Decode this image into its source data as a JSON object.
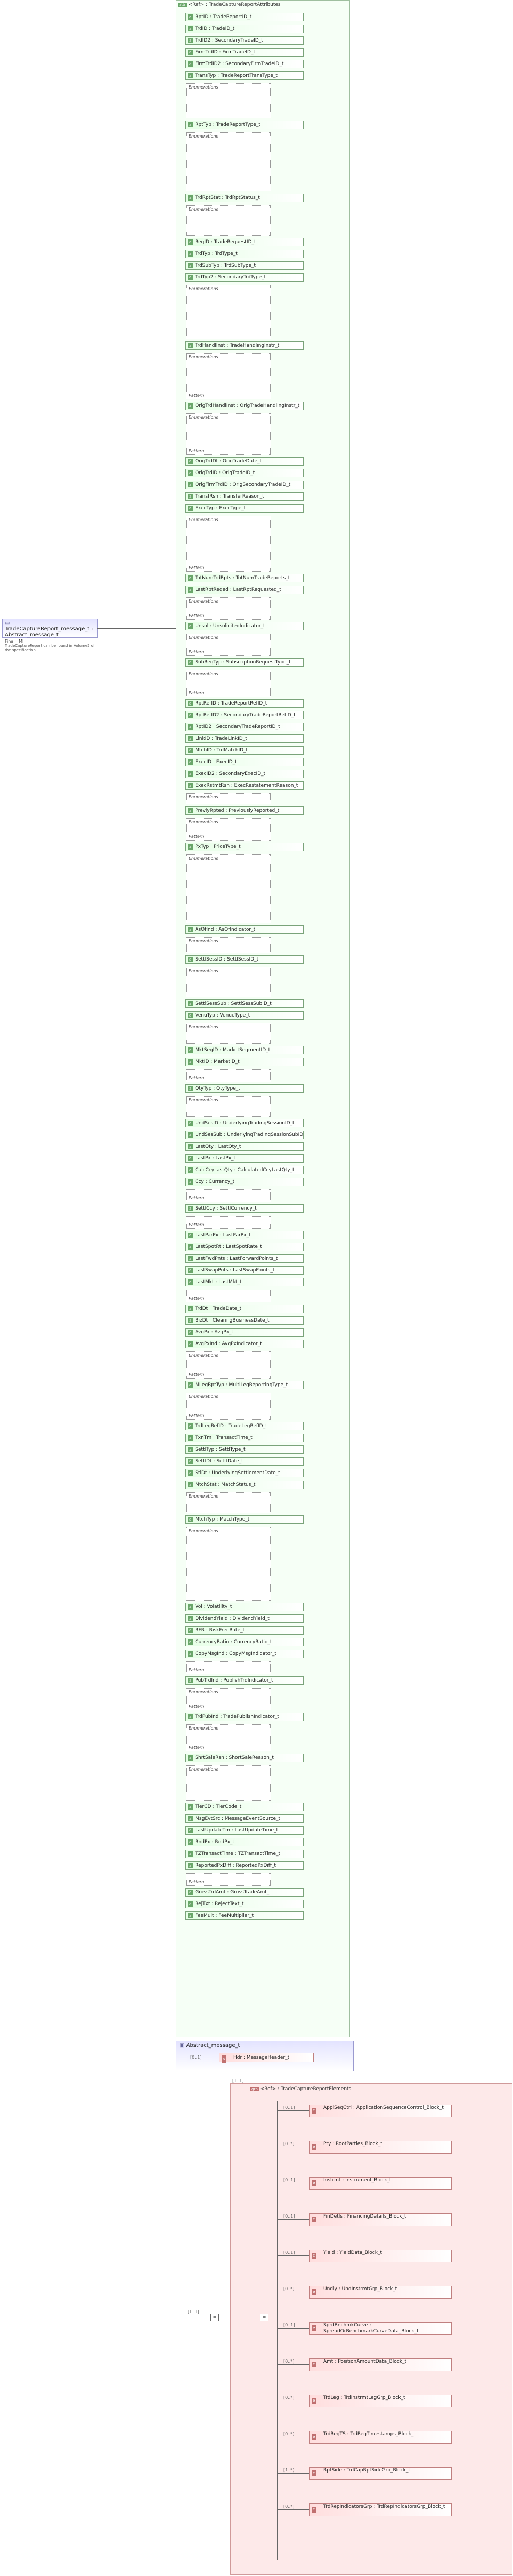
{
  "root_element": {
    "name": "TradeCaptureReport_message_t",
    "type": "Abstract_message_t",
    "meta1": "Final",
    "meta2": "MI",
    "desc": "TradeCaptureReport can be found in Volume5 of the specification"
  },
  "attributes_group": {
    "label": "TradeCaptureReportAttributes"
  },
  "attributes": [
    {
      "text": "RptID : TradeReportID_t"
    },
    {
      "text": "TrdID : TradeID_t"
    },
    {
      "text": "TrdID2 : SecondaryTradeID_t"
    },
    {
      "text": "FirmTrdID : FirmTradeID_t"
    },
    {
      "text": "FirmTrdID2 : SecondaryFirmTradeID_t"
    },
    {
      "text": "TransTyp : TradeReportTransType_t"
    },
    {
      "text": "RptTyp : TradeReportType_t"
    },
    {
      "text": "TrdRptStat : TrdRptStatus_t"
    },
    {
      "text": "ReqID : TradeRequestID_t"
    },
    {
      "text": "TrdTyp : TrdType_t"
    },
    {
      "text": "TrdSubTyp : TrdSubType_t"
    },
    {
      "text": "TrdTyp2 : SecondaryTrdType_t"
    },
    {
      "text": "TrdHandlInst : TradeHandlingInstr_t"
    },
    {
      "text": "OrigTrdHandlInst : OrigTradeHandlingInstr_t"
    },
    {
      "text": "OrigTrdDt : OrigTradeDate_t"
    },
    {
      "text": "OrigTrdID : OrigTradeID_t"
    },
    {
      "text": "OrigFirmTrdID : OrigSecondaryTradeID_t"
    },
    {
      "text": "TransfRsn : TransferReason_t"
    },
    {
      "text": "ExecTyp : ExecType_t"
    },
    {
      "text": "TotNumTrdRpts : TotNumTradeReports_t"
    },
    {
      "text": "LastRptReqed : LastRptRequested_t"
    },
    {
      "text": "Unsol : UnsolicitedIndicator_t"
    },
    {
      "text": "SubReqTyp : SubscriptionRequestType_t"
    },
    {
      "text": "RptRefID : TradeReportRefID_t"
    },
    {
      "text": "RptRefID2 : SecondaryTradeReportRefID_t"
    },
    {
      "text": "RptID2 : SecondaryTradeReportID_t"
    },
    {
      "text": "LinkID : TradeLinkID_t"
    },
    {
      "text": "MtchID : TrdMatchID_t"
    },
    {
      "text": "ExecID : ExecID_t"
    },
    {
      "text": "ExecID2 : SecondaryExecID_t"
    },
    {
      "text": "ExecRstmtRsn : ExecRestatementReason_t"
    },
    {
      "text": "PrevlyRpted : PreviouslyReported_t"
    },
    {
      "text": "PxTyp : PriceType_t"
    },
    {
      "text": "AsOfInd : AsOfIndicator_t"
    },
    {
      "text": "SettlSessID : SettlSessID_t"
    },
    {
      "text": "SettlSessSub : SettlSessSubID_t"
    },
    {
      "text": "VenuTyp : VenueType_t"
    },
    {
      "text": "MktSegID : MarketSegmentID_t"
    },
    {
      "text": "MktID : MarketID_t"
    },
    {
      "text": "QtyTyp : QtyType_t"
    },
    {
      "text": "UndSesID : UnderlyingTradingSessionID_t"
    },
    {
      "text": "UndSesSub : UnderlyingTradingSessionSubID_t"
    },
    {
      "text": "LastQty : LastQty_t"
    },
    {
      "text": "LastPx : LastPx_t"
    },
    {
      "text": "CalcCcyLastQty : CalculatedCcyLastQty_t"
    },
    {
      "text": "Ccy : Currency_t"
    },
    {
      "text": "SettlCcy : SettlCurrency_t"
    },
    {
      "text": "LastParPx : LastParPx_t"
    },
    {
      "text": "LastSpotRt : LastSpotRate_t"
    },
    {
      "text": "LastFwdPnts : LastForwardPoints_t"
    },
    {
      "text": "LastSwapPnts : LastSwapPoints_t"
    },
    {
      "text": "LastMkt : LastMkt_t"
    },
    {
      "text": "TrdDt : TradeDate_t"
    },
    {
      "text": "BizDt : ClearingBusinessDate_t"
    },
    {
      "text": "AvgPx : AvgPx_t"
    },
    {
      "text": "AvgPxInd : AvgPxIndicator_t"
    },
    {
      "text": "MLegRptTyp : MultiLegReportingType_t"
    },
    {
      "text": "TrdLegRefID : TradeLegRefID_t"
    },
    {
      "text": "TxnTm : TransactTime_t"
    },
    {
      "text": "SettlTyp : SettlType_t"
    },
    {
      "text": "SettlDt : SettlDate_t"
    },
    {
      "text": "StlDt : UnderlyingSettlementDate_t"
    },
    {
      "text": "MtchStat : MatchStatus_t"
    },
    {
      "text": "MtchTyp : MatchType_t"
    },
    {
      "text": "Vol : Volatility_t"
    },
    {
      "text": "DividendYield : DividendYield_t"
    },
    {
      "text": "RFR : RiskFreeRate_t"
    },
    {
      "text": "CurrencyRatio : CurrencyRatio_t"
    },
    {
      "text": "CopyMsgInd : CopyMsgIndicator_t"
    },
    {
      "text": "PubTrdInd : PublishTrdIndicator_t"
    },
    {
      "text": "TrdPubInd : TradePublishIndicator_t"
    },
    {
      "text": "ShrtSaleRsn : ShortSaleReason_t"
    },
    {
      "text": "TierCD : TierCode_t"
    },
    {
      "text": "MsgEvtSrc : MessageEventSource_t"
    },
    {
      "text": "LastUpdateTm : LastUpdateTime_t"
    },
    {
      "text": "RndPx : RndPx_t"
    },
    {
      "text": "TZTransactTime : TZTransactTime_t"
    },
    {
      "text": "ReportedPxDiff : ReportedPxDiff_t"
    },
    {
      "text": "GrossTrdAmt : GrossTradeAmt_t"
    },
    {
      "text": "RejTxt : RejectText_t"
    },
    {
      "text": "FeeMult : FeeMultiplier_t"
    }
  ],
  "facet_labels": {
    "enum": "Enumerations",
    "pattern": "Pattern"
  },
  "abstract_message": {
    "name": "Abstract_message_t",
    "attr": "Hdr : MessageHeader_t",
    "card": "[0..1]"
  },
  "elements_group": {
    "label": "TradeCaptureReportElements",
    "card": "[1..1]"
  },
  "elements": [
    {
      "text": "ApplSeqCtrl : ApplicationSequenceControl_Block_t",
      "card": "[0..1]"
    },
    {
      "text": "Pty : RootParties_Block_t",
      "card": "[0..*]"
    },
    {
      "text": "Instrmt : Instrument_Block_t",
      "card": "[0..1]"
    },
    {
      "text": "FinDetls : FinancingDetails_Block_t",
      "card": "[0..1]"
    },
    {
      "text": "Yield : YieldData_Block_t",
      "card": "[0..1]"
    },
    {
      "text": "Undly : UndInstrmtGrp_Block_t",
      "card": "[0..*]"
    },
    {
      "text": "SprdBnchmkCurve : SpreadOrBenchmarkCurveData_Block_t",
      "card": "[0..1]"
    },
    {
      "text": "Amt : PositionAmountData_Block_t",
      "card": "[0..*]"
    },
    {
      "text": "TrdLeg : TrdInstrmtLegGrp_Block_t",
      "card": "[0..*]"
    },
    {
      "text": "TrdRegTS : TrdRegTimestamps_Block_t",
      "card": "[0..*]"
    },
    {
      "text": "RptSide : TrdCapRptSideGrp_Block_t",
      "card": "[1..*]"
    },
    {
      "text": "TrdRepIndicatorsGrp : TrdRepIndicatorsGrp_Block_t",
      "card": "[0..*]"
    }
  ],
  "seq_card": "[1..1]"
}
